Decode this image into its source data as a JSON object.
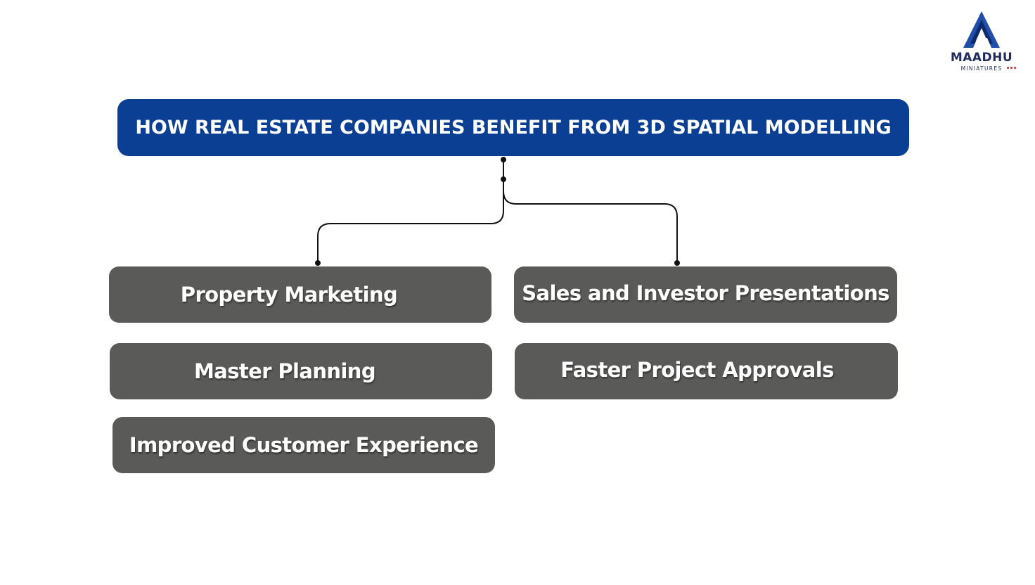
{
  "logo": {
    "name": "MAADHU",
    "subtitle": "MINIATURES",
    "icon": "triangle-logo-icon",
    "colors": {
      "primary": "#1f4fa8",
      "text": "#1f2c5c",
      "dots": "#c62828"
    }
  },
  "title": "HOW REAL ESTATE COMPANIES BENEFIT FROM 3D SPATIAL MODELLING",
  "benefits": {
    "property_marketing": "Property Marketing",
    "sales_presentations": "Sales and Investor Presentations",
    "master_planning": "Master Planning",
    "faster_approvals": "Faster Project Approvals",
    "customer_experience": "Improved Customer Experience"
  },
  "colors": {
    "title_bg": "#0a3f94",
    "box_bg": "#5a5a58",
    "text": "#ffffff",
    "connector": "#111111"
  }
}
